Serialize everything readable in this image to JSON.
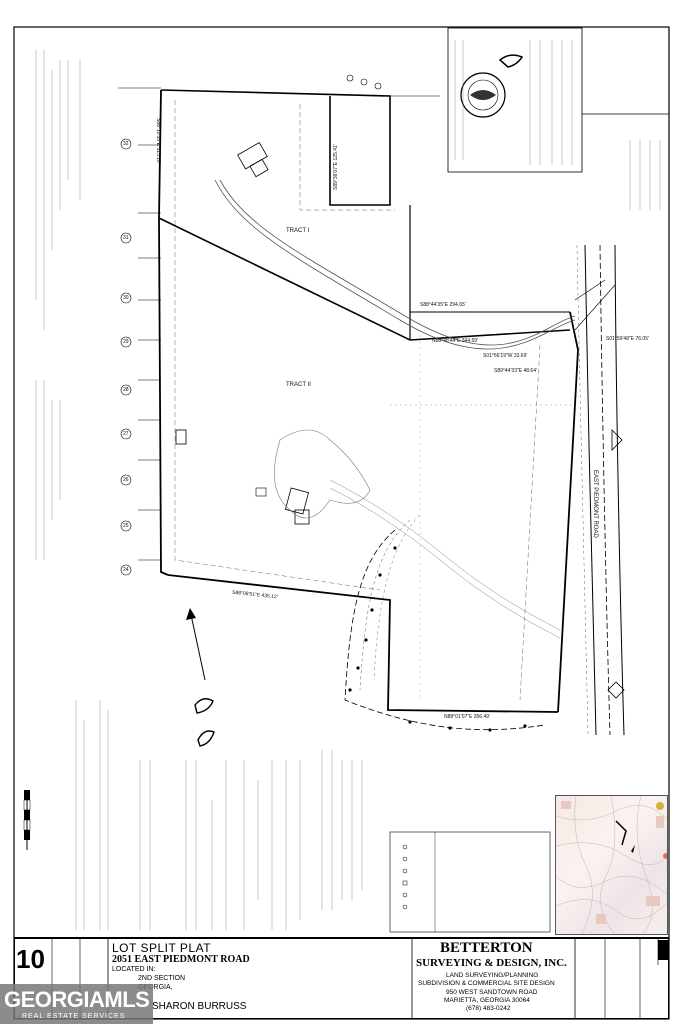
{
  "title_block": {
    "plat_title": "LOT SPLIT PLAT",
    "address": "2051 EAST PIEDMONT ROAD",
    "located_in": "LOCATED IN:",
    "section": "2ND SECTION",
    "county": "GEORGIA,",
    "owner": "SHARON BURRUSS",
    "sheet_number": "10"
  },
  "surveyor": {
    "name_line1": "BETTERTON",
    "name_line2": "SURVEYING & DESIGN, INC.",
    "services1": "LAND SURVEYING/PLANNING",
    "services2": "SUBDIVISION & COMMERCIAL SITE DESIGN",
    "street": "950 WEST SANDTOWN ROAD",
    "city": "MARIETTA, GEORGIA 30064",
    "phone": "(678) 483-0242"
  },
  "watermark": {
    "brand": "GEORGIAMLS",
    "tagline": "REAL ESTATE SERVICES"
  },
  "parcels": {
    "tract1": "TRACT I",
    "tract2": "TRACT II",
    "road_name": "EAST PIEDMONT ROAD"
  },
  "bearings": {
    "b1": "S88°10'35\"E 313.10'",
    "b2": "S89°36'07\"E 125.41'",
    "b3": "S88°44'35\"E 294.65'",
    "b4": "N88°48'44\"E 344.59'",
    "b5": "S88°08'51\"E 435.12'",
    "b6": "N88°01'07\"E 356.49'",
    "b7": "S01°59'48\"E 76.05'",
    "b8": "S01°56'19\"W 33.69'",
    "b9": "S89°44'33\"E 48.64'"
  },
  "lot_numbers": [
    "32",
    "31",
    "30",
    "29",
    "28",
    "27",
    "26",
    "25",
    "24"
  ],
  "colors": {
    "line": "#111111",
    "watermark_bg": "#7a7a7a",
    "map_tint": "#f3e9e4"
  }
}
